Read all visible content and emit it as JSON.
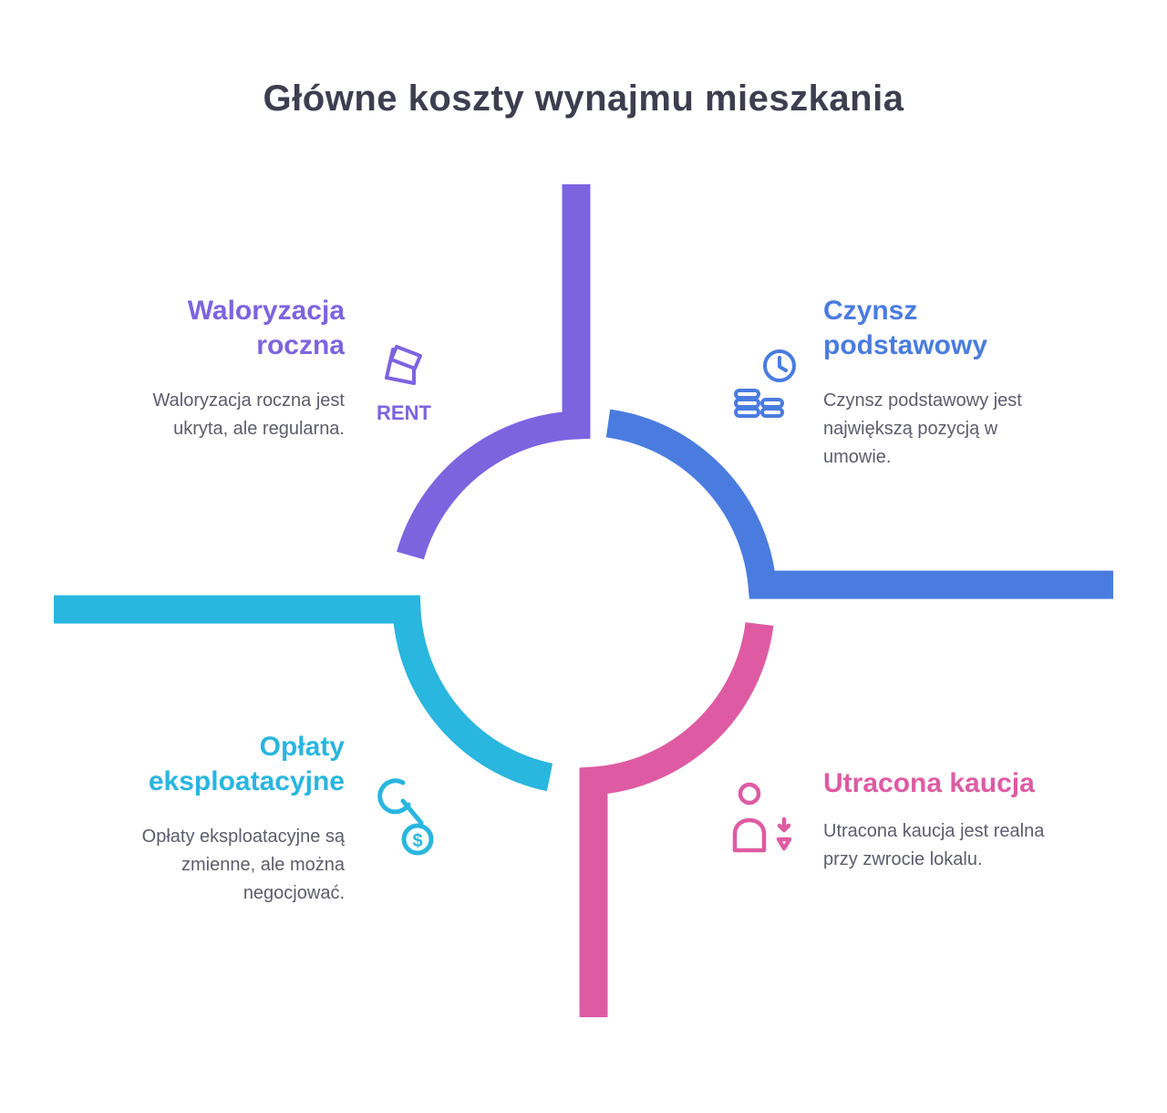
{
  "title": "Główne koszty wynajmu mieszkania",
  "colors": {
    "purple": "#7C64DF",
    "blue": "#4A7CDF",
    "cyan": "#29B6DF",
    "pink": "#DE5BA3",
    "title_text": "#3E3E50",
    "body_text": "#5C5C6C"
  },
  "quadrants": {
    "top_left": {
      "heading": "Waloryzacja roczna",
      "body": "Waloryzacja roczna jest ukryta, ale regularna.",
      "icon": "rent-sign-icon",
      "icon_label": "RENT"
    },
    "top_right": {
      "heading": "Czynsz podstawowy",
      "body": "Czynsz podstawowy jest największą pozycją w umowie.",
      "icon": "coins-clock-icon"
    },
    "bottom_left": {
      "heading": "Opłaty eksploatacyjne",
      "body": "Opłaty eksploatacyjne są zmienne, ale można negocjować.",
      "icon": "wrench-coin-icon",
      "icon_label": "$"
    },
    "bottom_right": {
      "heading": "Utracona kaucja",
      "body": "Utracona kaucja jest realna przy zwrocie lokalu.",
      "icon": "tenant-loss-icon"
    }
  }
}
